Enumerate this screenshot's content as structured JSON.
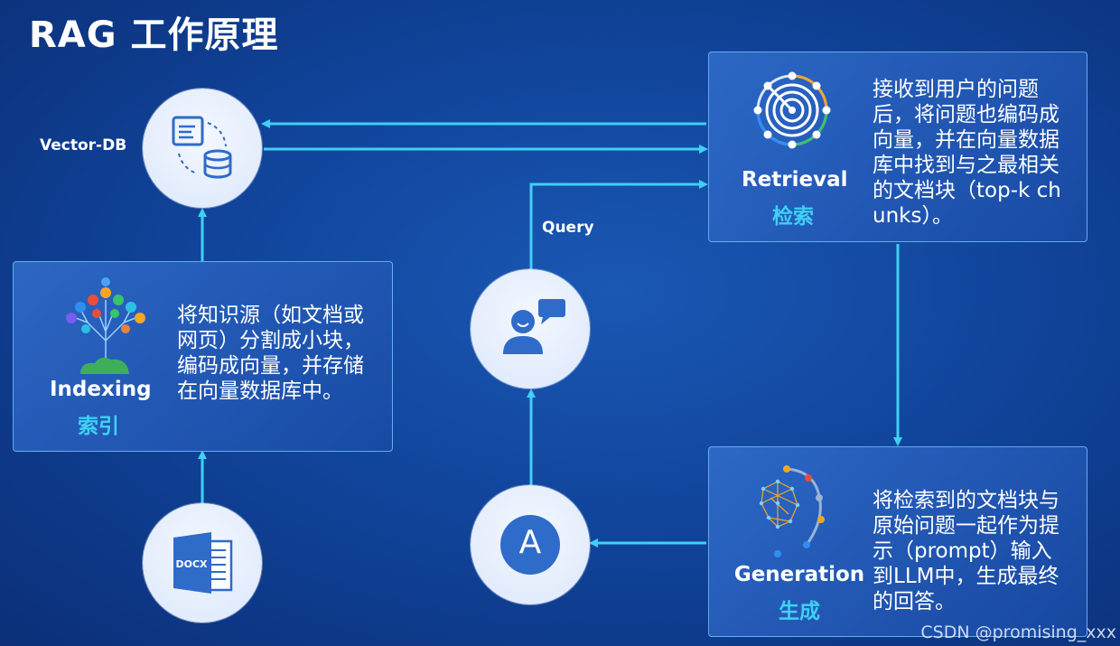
{
  "title": "RAG 工作原理",
  "labels": {
    "vector_db": "Vector-DB",
    "query": "Query"
  },
  "indexing": {
    "title_en": "Indexing",
    "title_zh": "索引",
    "description": "将知识源（如文档或网页）分割成小块，编码成向量，并存储在向量数据库中。"
  },
  "retrieval": {
    "title_en": "Retrieval",
    "title_zh": "检索",
    "description": "接收到用户的问题后，将问题也编码成向量，并在向量数据库中找到与之最相关的文档块（top-k chunks）。"
  },
  "generation": {
    "title_en": "Generation",
    "title_zh": "生成",
    "description": "将检索到的文档块与原始问题一起作为提示（prompt）输入到LLM中，生成最终的回答。"
  },
  "docx_icon_text": "DOCX",
  "answer_icon_text": "A",
  "watermark": "CSDN @promising_xxx",
  "colors": {
    "arrow": "#3fd0f5",
    "accent_zh": "#3fd0f5",
    "icon_blue": "#2f6bc9"
  }
}
